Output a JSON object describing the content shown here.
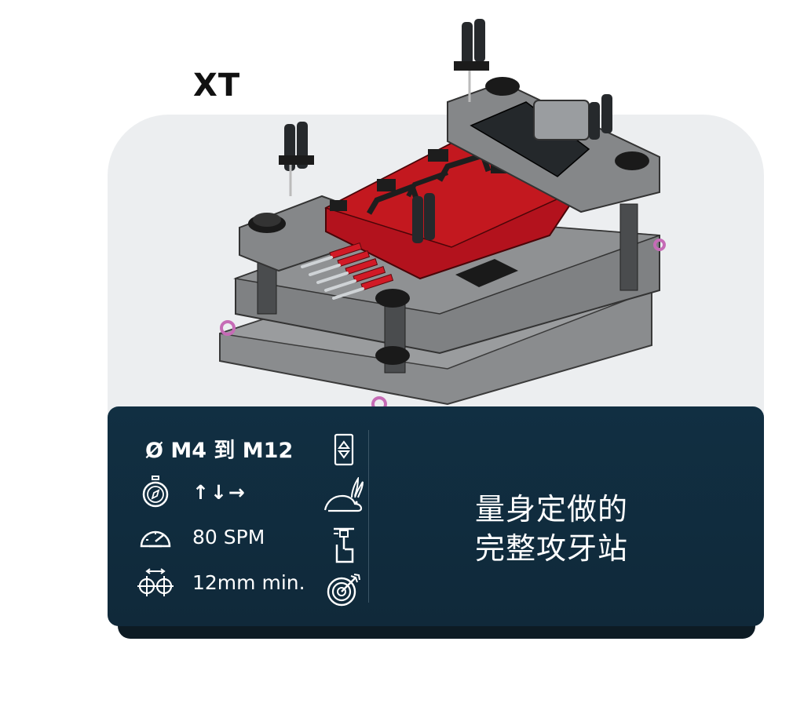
{
  "product": {
    "title": "XT"
  },
  "specs": {
    "range": "Ø M4 到 M12",
    "directions": "↑↓→",
    "speed": "80 SPM",
    "min_pitch": "12mm min."
  },
  "headline": {
    "line1": "量身定做的",
    "line2": "完整攻牙站"
  },
  "icons": {
    "left": [
      "stopwatch-icon",
      "speedometer-icon",
      "pitch-distance-icon"
    ],
    "right": [
      "height-adjust-icon",
      "rabbit-icon",
      "clamp-icon",
      "target-icon"
    ]
  },
  "colors": {
    "panel": "#112f42",
    "card_background": "#eceef0",
    "plate_red": "#b3121d",
    "steel_gray": "#7b7d7f"
  }
}
